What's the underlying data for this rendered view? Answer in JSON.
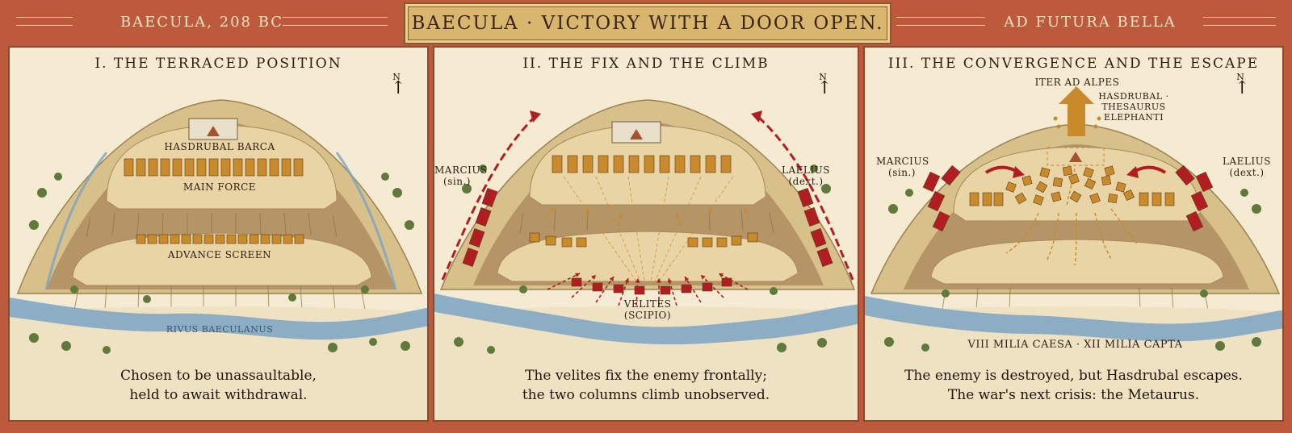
{
  "header": {
    "left": "BAECULA, 208 BC",
    "title": "BAECULA · VICTORY WITH A DOOR OPEN.",
    "right": "AD FUTURA BELLA"
  },
  "compass": "N",
  "panels": [
    {
      "title": "I. THE TERRACED POSITION",
      "labels": {
        "commander": "HASDRUBAL BARCA",
        "main": "MAIN FORCE",
        "advance": "ADVANCE SCREEN",
        "river": "RIVUS BAECULANUS"
      },
      "caption": [
        "Chosen to be unassaultable,",
        "held to await withdrawal."
      ]
    },
    {
      "title": "II. THE FIX AND THE CLIMB",
      "labels": {
        "left_col": [
          "MARCIUS",
          "(sin.)"
        ],
        "right_col": [
          "LAELIUS",
          "(dext.)"
        ],
        "velites": [
          "VELITES",
          "(SCIPIO)"
        ]
      },
      "caption": [
        "The velites fix the enemy frontally;",
        "the two columns climb unobserved."
      ]
    },
    {
      "title": "III. THE CONVERGENCE AND THE ESCAPE",
      "labels": {
        "route": "ITER AD ALPES",
        "escape": [
          "HASDRUBAL ·",
          "THESAURUS",
          "ELEPHANTI"
        ],
        "left_col": [
          "MARCIUS",
          "(sin.)"
        ],
        "right_col": [
          "LAELIUS",
          "(dext.)"
        ],
        "casualties": "VIII MILIA CAESA · XII MILIA CAPTA"
      },
      "caption": [
        "The enemy is destroyed, but Hasdrubal escapes.",
        "The war's next crisis: the Metaurus."
      ]
    }
  ],
  "colors": {
    "frame": "#bd5a3c",
    "title_box": "#d9b66d",
    "parchment": "#f5ebd3",
    "carthaginian": "#c98a2c",
    "roman": "#b01e22",
    "river": "#7aa3c4",
    "terrain": "#e3cf9f",
    "cliff": "#b59566"
  }
}
